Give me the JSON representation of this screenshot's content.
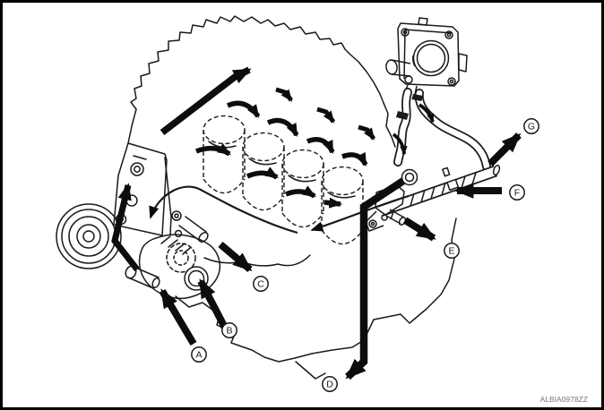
{
  "figure": {
    "type": "engine-coolant-flow-diagram",
    "watermark": "ALBIA0978ZZ",
    "callouts": [
      {
        "id": "A"
      },
      {
        "id": "B"
      },
      {
        "id": "C"
      },
      {
        "id": "D"
      },
      {
        "id": "E"
      },
      {
        "id": "F"
      },
      {
        "id": "G"
      }
    ],
    "colors": {
      "ink": "#1a1a1a",
      "arrow": "#0d0d0d",
      "background": "#ffffff",
      "border": "#000000",
      "watermark": "#777777"
    }
  }
}
